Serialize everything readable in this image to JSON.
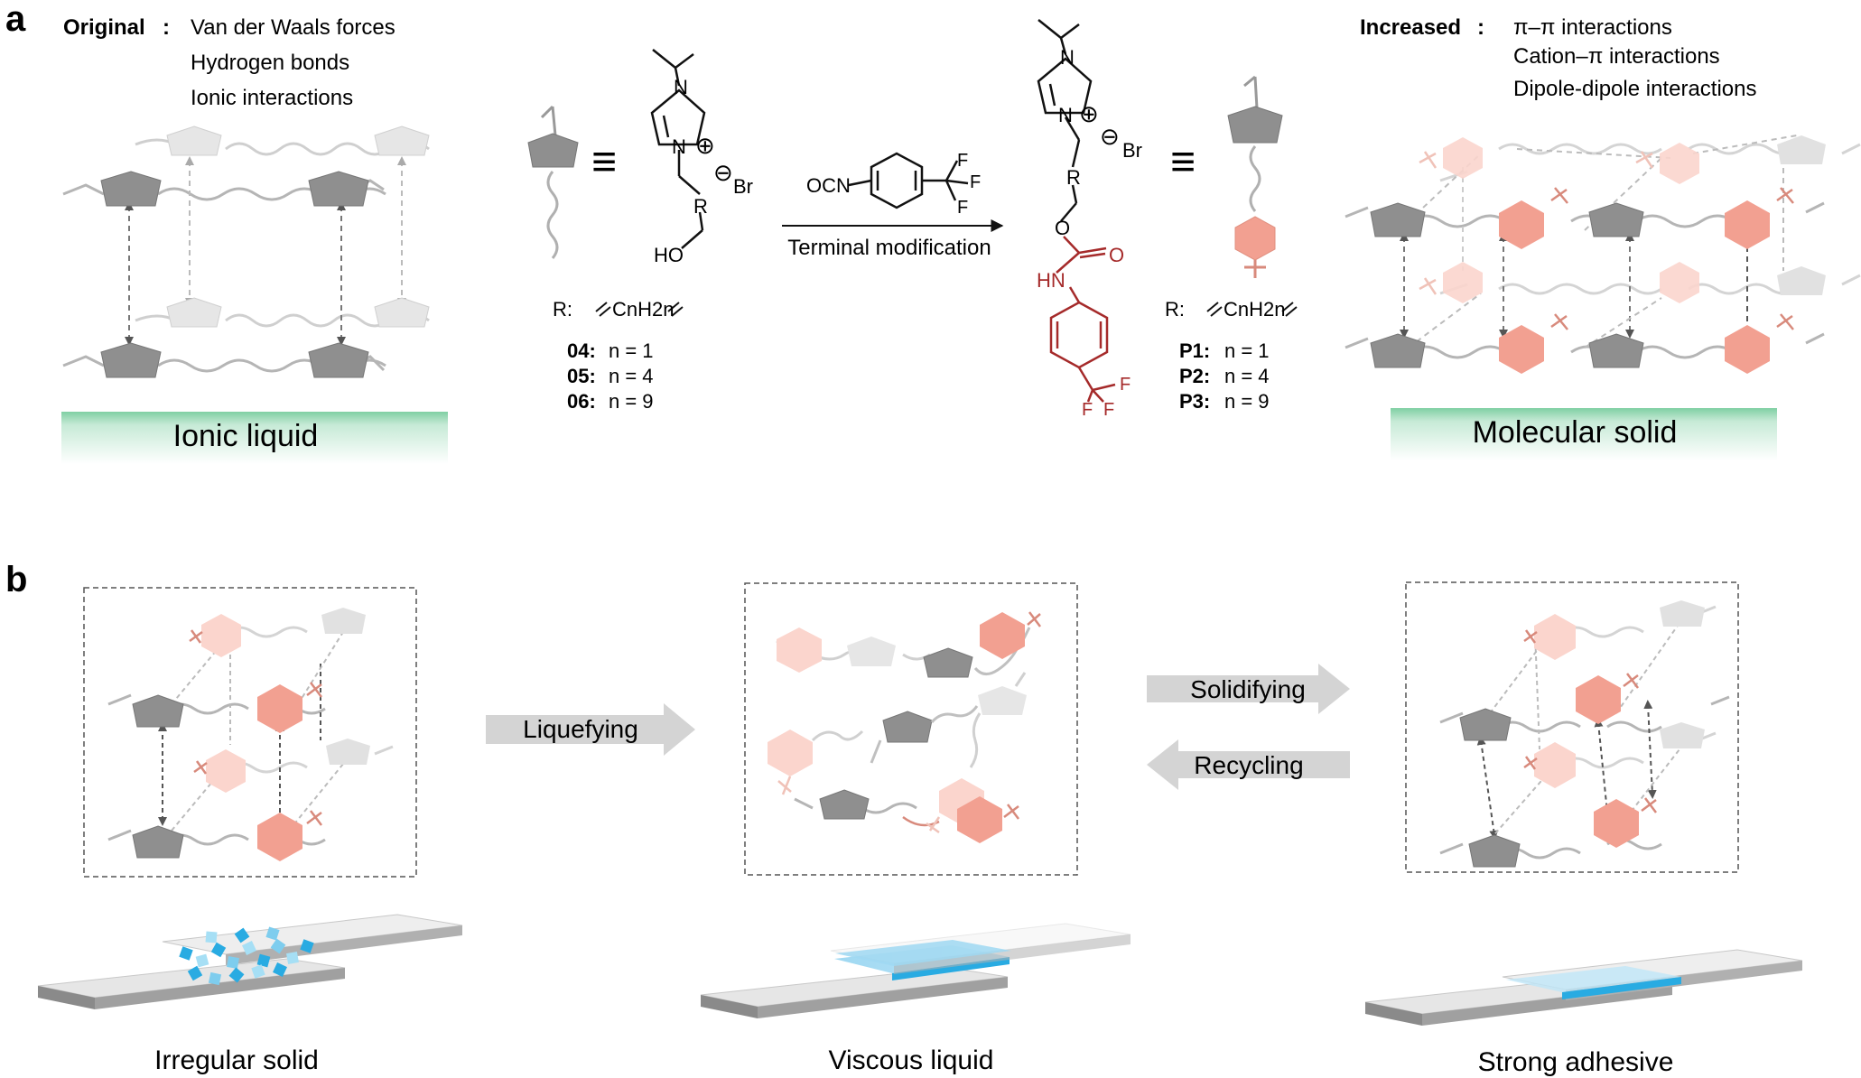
{
  "panels": {
    "a": {
      "label": "a",
      "original": {
        "heading": "Original",
        "colon": ":",
        "items": [
          "Van der Waals forces",
          "Hydrogen bonds",
          "Ionic interactions"
        ]
      },
      "increased": {
        "heading": "Increased",
        "colon": ":",
        "items": [
          "π–π interactions",
          "Cation–π interactions",
          "Dipole-dipole interactions"
        ]
      },
      "state_left": "Ionic liquid",
      "state_right": "Molecular solid",
      "reaction": {
        "reagent": "OCN",
        "condition": "Terminal modification"
      },
      "left_structure": {
        "equiv": "≡",
        "cation_charge": "⊕",
        "anion_charge": "⊖",
        "anion": "Br",
        "r_group_atom": "R",
        "hydroxyl": "HO",
        "n_atom": "N",
        "r_label": "R:",
        "r_formula": "CnH2n",
        "compounds": [
          {
            "id": "04:",
            "n": "n = 1"
          },
          {
            "id": "05:",
            "n": "n = 4"
          },
          {
            "id": "06:",
            "n": "n = 9"
          }
        ]
      },
      "right_structure": {
        "equiv": "≡",
        "cation_charge": "⊕",
        "anion_charge": "⊖",
        "anion": "Br",
        "r_group_atom": "R",
        "oxygen": "O",
        "carbonyl_o": "O",
        "amide": "HN",
        "fluorine": "F",
        "n_atom": "N",
        "r_label": "R:",
        "r_formula": "CnH2n",
        "compounds": [
          {
            "id": "P1:",
            "n": "n = 1"
          },
          {
            "id": "P2:",
            "n": "n = 4"
          },
          {
            "id": "P3:",
            "n": "n = 9"
          }
        ]
      }
    },
    "b": {
      "label": "b",
      "arrows": {
        "liquefying": "Liquefying",
        "solidifying": "Solidifying",
        "recycling": "Recycling"
      },
      "states": [
        "Irregular solid",
        "Viscous liquid",
        "Strong adhesive"
      ]
    }
  },
  "colors": {
    "pentagon_dark": "#8c8c8c",
    "pentagon_light": "#d9d9d9",
    "hexagon_salmon": "#f2a091",
    "hexagon_light": "#fbd5cd",
    "modified_red": "#a52a2a",
    "green_banner": "#bfe5cf",
    "arrow_gray": "#d4d4d4",
    "adhesive_blue": "#29abe2"
  }
}
